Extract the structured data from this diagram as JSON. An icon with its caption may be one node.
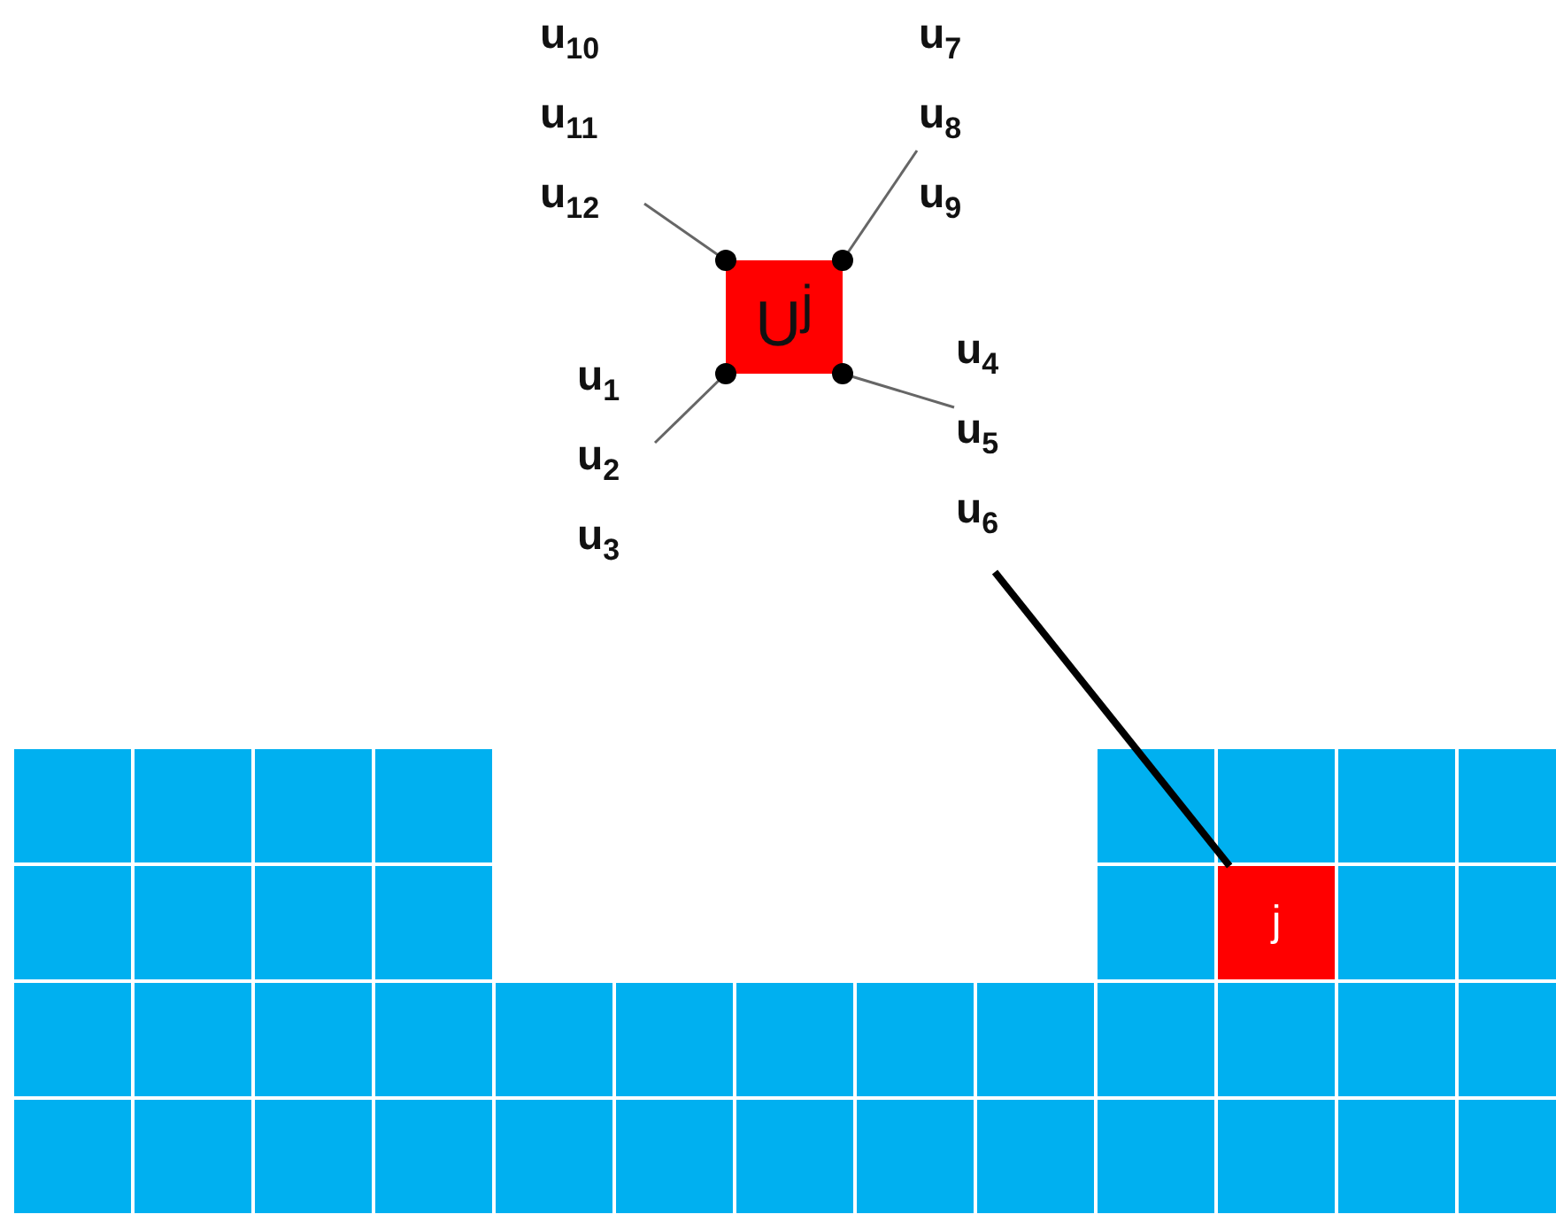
{
  "diagram": {
    "nodes": [
      {
        "text": [
          "U$^{j}$"
        ]
      },
      {
        "text": [
          "u$_{10}$",
          "u$_{11}$",
          "u$_{12}$"
        ]
      },
      {
        "text": [
          "u$_{7}$",
          "u$_{8}$",
          "u$_{9}$"
        ]
      },
      {
        "text": [
          "u$_{1}$",
          "u$_{2}$",
          "u$_{3}$"
        ]
      },
      {
        "text": [
          "u$_{4}$",
          "u$_{5}$",
          "u$_{6}$"
        ]
      },
      {
        "text": [],
        "shape": "box"
      },
      {
        "text": [],
        "shape": "box"
      },
      {
        "text": [],
        "shape": "box"
      },
      {
        "text": [],
        "shape": "box"
      },
      {
        "text": [],
        "shape": "box"
      },
      {
        "text": [],
        "shape": "box"
      },
      {
        "text": [],
        "shape": "box"
      },
      {
        "text": [],
        "shape": "box"
      },
      {
        "text": [],
        "shape": "box"
      },
      {
        "text": [],
        "shape": "box"
      },
      {
        "text": [],
        "shape": "box"
      },
      {
        "text": [],
        "shape": "box"
      },
      {
        "text": [],
        "shape": "box"
      },
      {
        "text": [
          "j"
        ]
      },
      {
        "text": [],
        "shape": "box"
      },
      {
        "text": [],
        "shape": "box"
      },
      {
        "text": [],
        "shape": "box"
      },
      {
        "text": [],
        "shape": "box"
      },
      {
        "text": [],
        "shape": "box"
      },
      {
        "text": [],
        "shape": "box"
      },
      {
        "text": [],
        "shape": "box"
      },
      {
        "text": [],
        "shape": "box"
      },
      {
        "text": [],
        "shape": "box"
      },
      {
        "text": [],
        "shape": "box"
      },
      {
        "text": [],
        "shape": "box"
      },
      {
        "text": [],
        "shape": "box"
      },
      {
        "text": [],
        "shape": "box"
      },
      {
        "text": [],
        "shape": "box"
      },
      {
        "text": [],
        "shape": "box"
      },
      {
        "text": [],
        "shape": "box"
      },
      {
        "text": [],
        "shape": "box"
      },
      {
        "text": [],
        "shape": "box"
      },
      {
        "text": [],
        "shape": "box"
      },
      {
        "text": [],
        "shape": "box"
      },
      {
        "text": [],
        "shape": "box"
      },
      {
        "text": [],
        "shape": "box"
      },
      {
        "text": [],
        "shape": "box"
      },
      {
        "text": [],
        "shape": "box"
      },
      {
        "text": [],
        "shape": "box"
      },
      {
        "text": [],
        "shape": "box"
      },
      {
        "text": [],
        "shape": "box"
      },
      {
        "text": [],
        "shape": "box"
      }
    ],
    "edges": [
      {
        "from": 1,
        "to": 0,
        "arrow": "other"
      },
      {
        "from": 2,
        "to": 0,
        "arrow": "other"
      },
      {
        "from": 3,
        "to": 0,
        "arrow": "other"
      },
      {
        "from": 4,
        "to": 0,
        "arrow": "other"
      },
      {
        "from": 4,
        "to": 18,
        "arrow": "none",
        "style": "thick",
        "color": "#000000"
      }
    ]
  }
}
